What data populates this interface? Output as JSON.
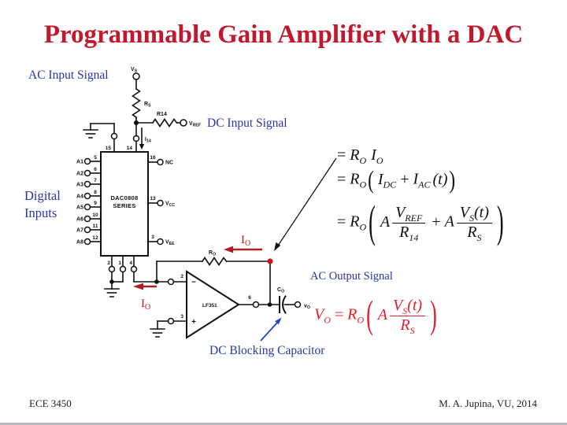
{
  "slide": {
    "title": "Programmable Gain Amplifier with a DAC",
    "footer": {
      "course": "ECE 3450",
      "credit": "M. A. Jupina, VU, 2014"
    }
  },
  "callouts": {
    "ac_input": "AC Input Signal",
    "dc_input": "DC Input Signal",
    "digital_inputs": {
      "line1": "Digital",
      "line2": "Inputs"
    },
    "ac_output": "AC Output Signal",
    "dc_blocking": "DC Blocking Capacitor"
  },
  "circuit": {
    "source": {
      "vs": "V",
      "vs_sub": "S",
      "rs": "R",
      "rs_sub": "S",
      "r14": "R14",
      "vref": "V",
      "vref_sub": "REF",
      "i14": "I",
      "i14_sub": "14"
    },
    "dac": {
      "name1": "DAC0808",
      "name2": "SERIES",
      "top_nums": [
        "15",
        "14"
      ],
      "left_labels": [
        "A1",
        "A2",
        "A3",
        "A4",
        "A5",
        "A6",
        "A7",
        "A8"
      ],
      "left_nums": [
        "5",
        "6",
        "7",
        "8",
        "9",
        "10",
        "11",
        "12"
      ],
      "right_nums": [
        "16",
        "13",
        "3"
      ],
      "right_labels": [
        {
          "m": "NC",
          "s": ""
        },
        {
          "m": "V",
          "s": "CC"
        },
        {
          "m": "V",
          "s": "EE"
        }
      ],
      "bottom_nums": [
        "2",
        "1",
        "4"
      ]
    },
    "opamp": {
      "name": "LF351",
      "pin_inv": "2",
      "pin_non": "3",
      "pin_out": "6",
      "minus": "−",
      "plus": "+"
    },
    "ro": "R",
    "ro_sub": "O",
    "co": "C",
    "co_sub": "O",
    "vo": "v",
    "vo_sub": "O",
    "io": "I",
    "io_sub": "O"
  },
  "math": {
    "eq": "=",
    "plus": "+",
    "lp": "(",
    "rp": ")",
    "t": "(t)",
    "R": "R",
    "I": "I",
    "V": "V",
    "A": "A",
    "subO": "O",
    "subDC": "DC",
    "subAC": "AC",
    "subREF": "REF",
    "subS": "S",
    "sub14": "14"
  },
  "colors": {
    "title_red": "#c0182c",
    "callout_blue": "#2936a2",
    "accent_red": "#ad1f23",
    "red_equation": "#e01f2d",
    "circuit_black": "#111111"
  }
}
